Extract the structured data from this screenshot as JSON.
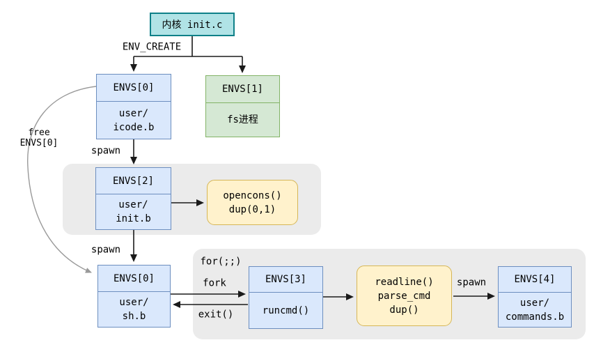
{
  "nodes": {
    "kernel": {
      "label": "内核 init.c"
    },
    "envs0_icode": {
      "title": "ENVS[0]",
      "body": "user/\nicode.b"
    },
    "envs1_fs": {
      "title": "ENVS[1]",
      "body": "fs进程"
    },
    "envs2_init": {
      "title": "ENVS[2]",
      "body": "user/\ninit.b"
    },
    "envs0_sh": {
      "title": "ENVS[0]",
      "body": "user/\nsh.b"
    },
    "envs3_runcmd": {
      "title": "ENVS[3]",
      "body": "runcmd()"
    },
    "envs4_commands": {
      "title": "ENVS[4]",
      "body": "user/\ncommands.b"
    },
    "opencons_callout": {
      "label": "opencons()\ndup(0,1)"
    },
    "readline_callout": {
      "label": "readline()\nparse_cmd\ndup()"
    }
  },
  "edge_labels": {
    "env_create": "ENV_CREATE",
    "spawn_to_init": "spawn",
    "spawn_to_sh": "spawn",
    "spawn_to_commands": "spawn",
    "free_envs0": "free\nENVS[0]",
    "for_loop": "for(;;)",
    "fork": "fork",
    "exit": "exit()"
  },
  "colors": {
    "kernel_fill": "#b0e3e6",
    "kernel_stroke": "#0e8088",
    "process_fill": "#dae8fc",
    "process_stroke": "#6c8ebf",
    "fs_fill": "#d5e8d4",
    "fs_stroke": "#82b366",
    "callout_fill": "#fff2cc",
    "callout_stroke": "#d6b656",
    "group_fill": "#ebebeb",
    "arrow": "#1a1a1a",
    "free_arrow": "#999999",
    "background": "#ffffff"
  }
}
